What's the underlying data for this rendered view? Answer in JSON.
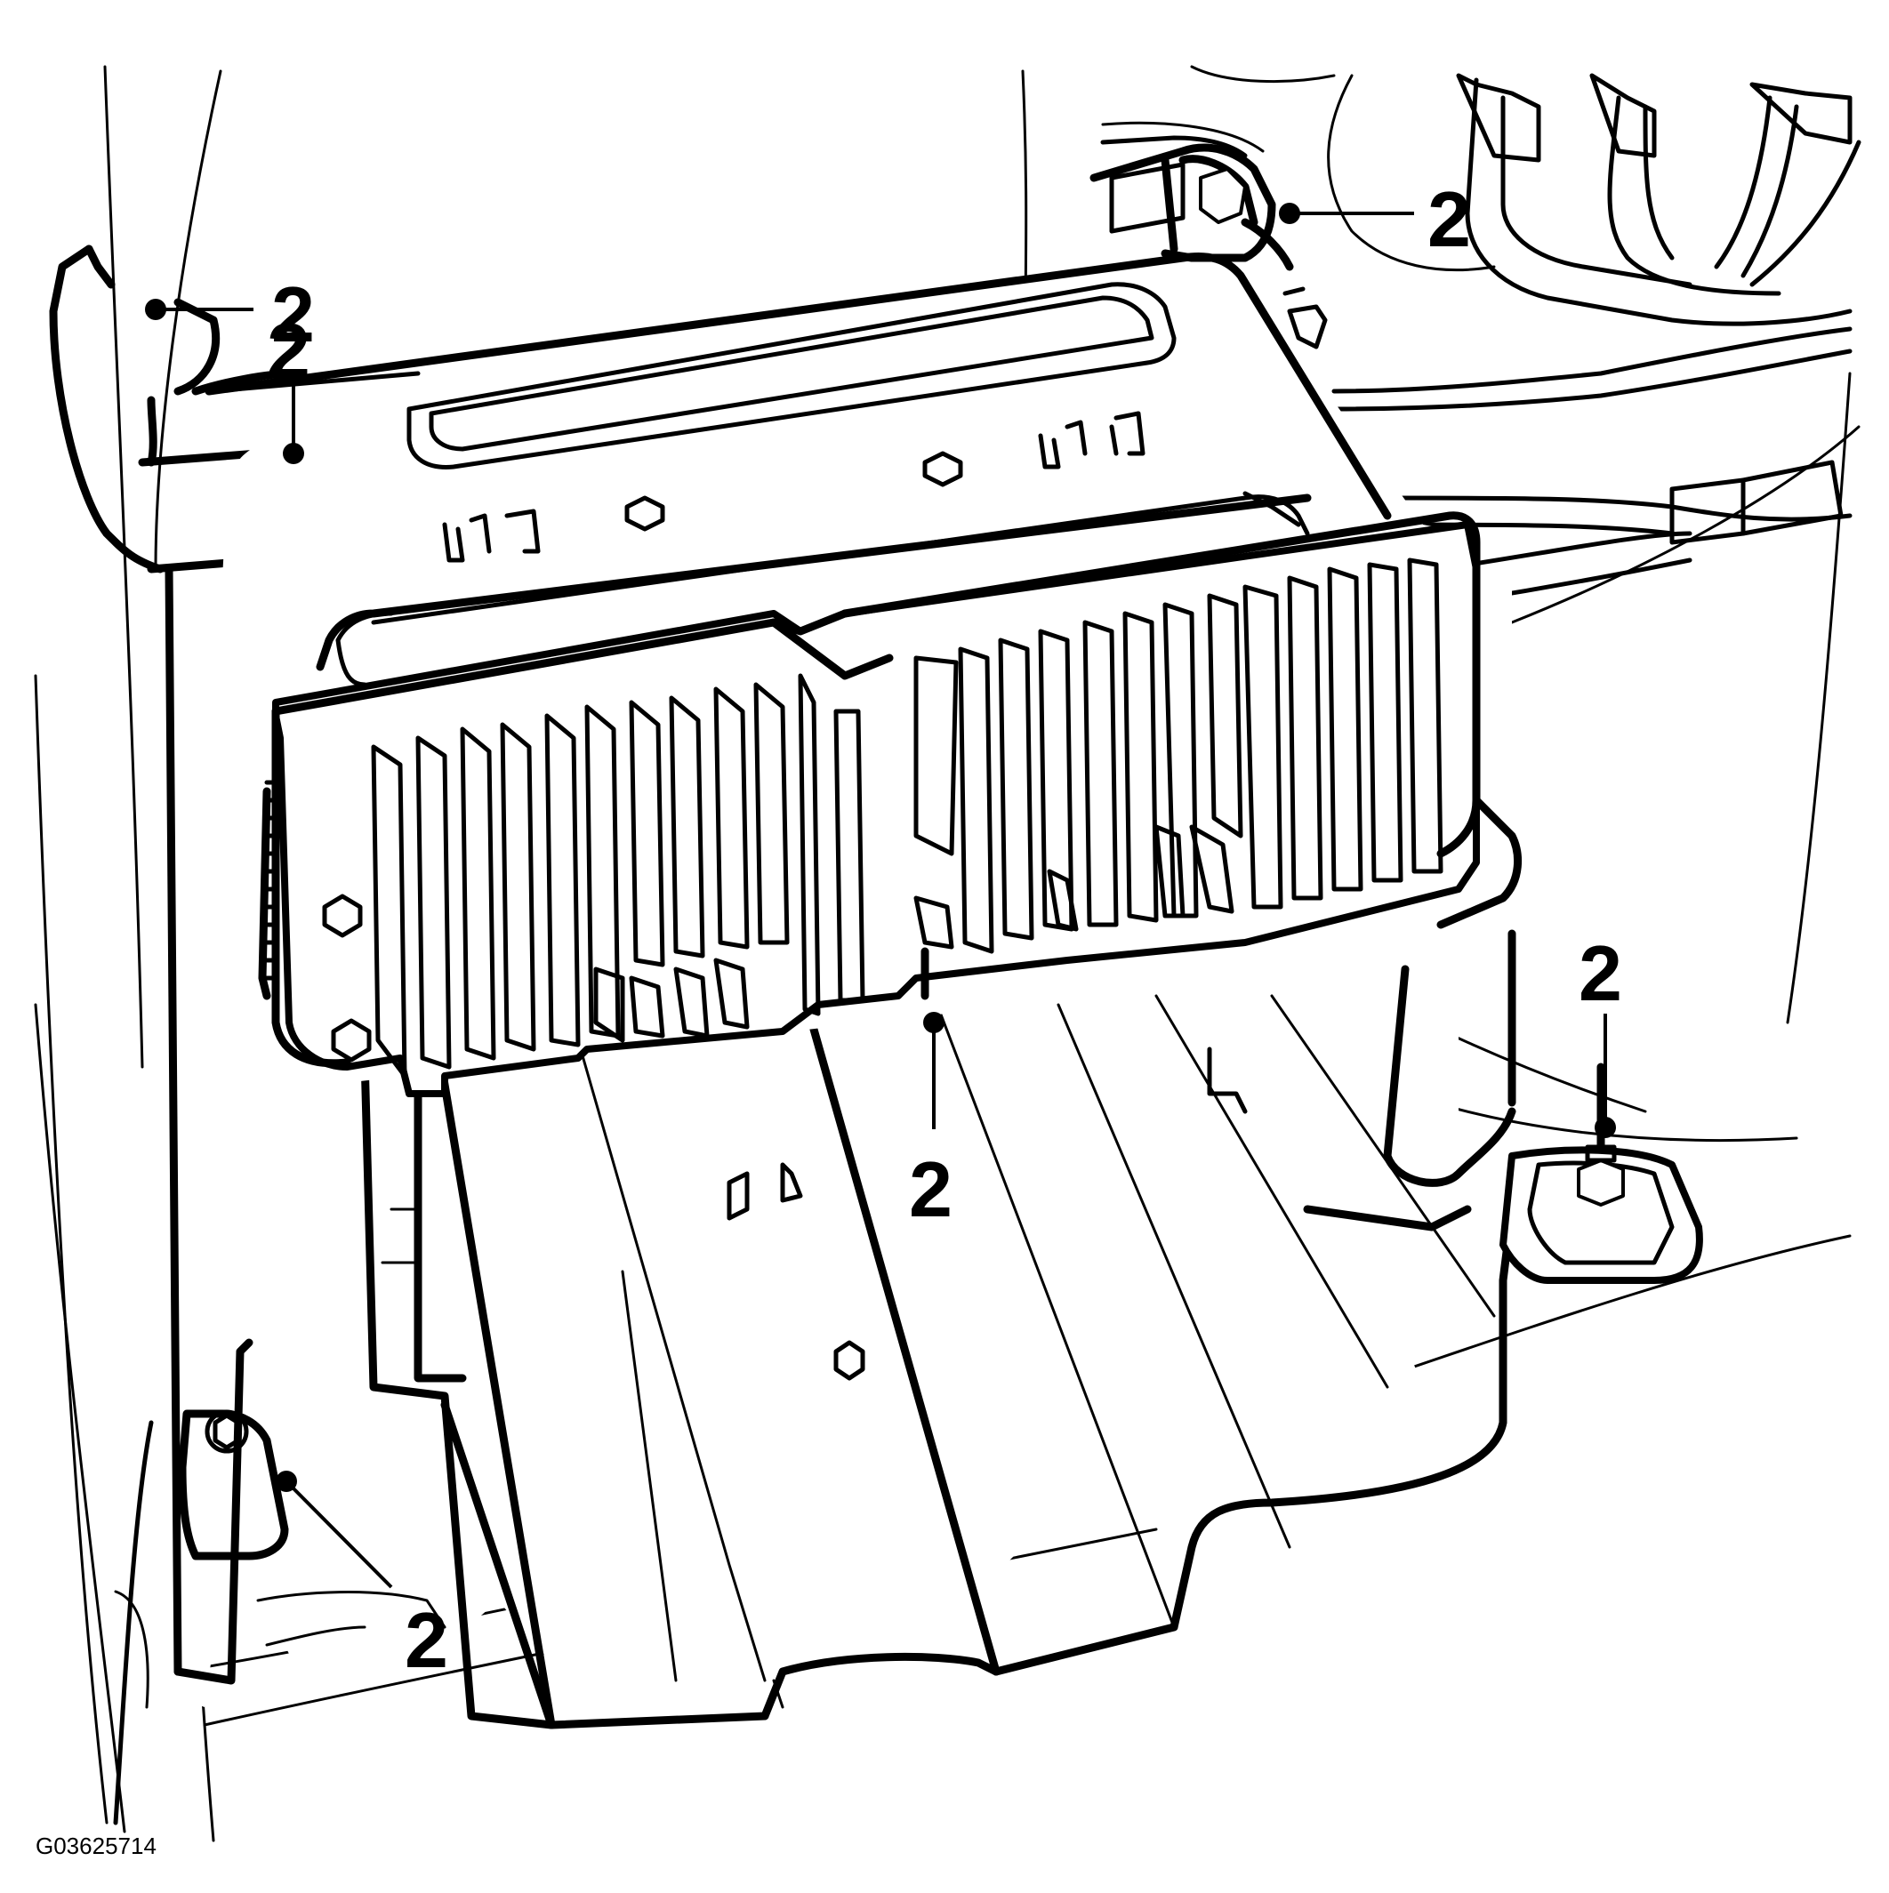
{
  "figure": {
    "figure_id": "G03625714",
    "callouts": [
      {
        "id": "callout-top-left",
        "label": "2"
      },
      {
        "id": "callout-left-bracket-bolt",
        "label": "2"
      },
      {
        "id": "callout-top-right",
        "label": "2"
      },
      {
        "id": "callout-right-bolt",
        "label": "2"
      },
      {
        "id": "callout-center",
        "label": "2"
      },
      {
        "id": "callout-bottom-left",
        "label": "2"
      }
    ]
  }
}
